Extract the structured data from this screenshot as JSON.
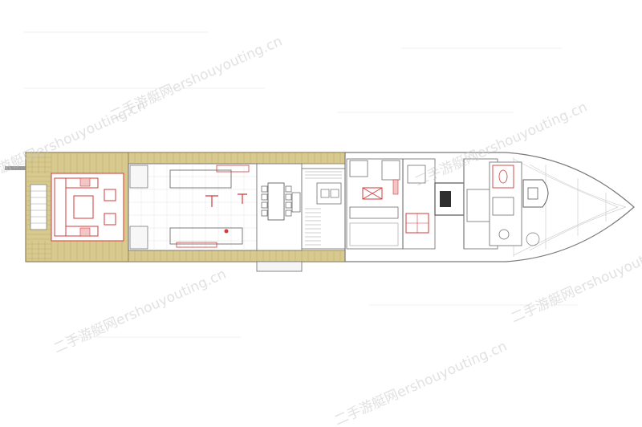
{
  "plan": {
    "deck_color": "#d8c98f",
    "line_color": "#7a7a7a",
    "accent_color": "#d23a3a",
    "cad_line_color": "#b8b8b8"
  },
  "watermarks": [
    "二手游艇网ershouyouting.cn",
    "二手游艇网ershouyouting.cn",
    "二手游艇网ershouyouting.cn",
    "二手游艇网ershouyouting.cn",
    "二手游艇网ershouyouting.cn",
    "二手游艇网ershouyouting.cn"
  ]
}
